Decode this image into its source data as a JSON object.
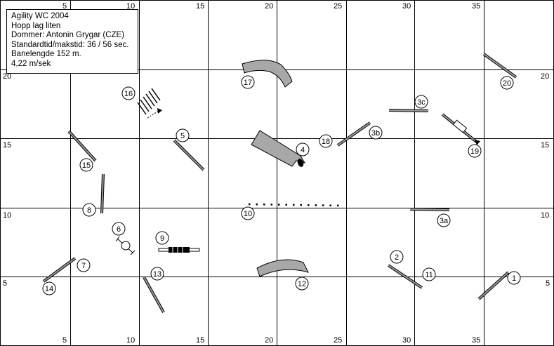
{
  "info": {
    "lines": [
      "Agility WC 2004",
      "Hopp lag liten",
      "Dommer: Antonin Grygar  (CZE)",
      "Standardtid/makstid: 36 / 56 sec.",
      "Banelengde 152 m.",
      "4,22 m/sek"
    ]
  },
  "grid": {
    "top_labels": [
      "5",
      "10",
      "15",
      "20",
      "25",
      "30",
      "35"
    ],
    "bottom_labels": [
      "5",
      "10",
      "15",
      "20",
      "25",
      "30",
      "35"
    ],
    "left_labels": [
      "20",
      "15",
      "10",
      "5"
    ],
    "right_labels": [
      "20",
      "15",
      "10",
      "5"
    ]
  },
  "obstacles": [
    {
      "label": "1",
      "type": "hurdle"
    },
    {
      "label": "2",
      "type": "hurdle"
    },
    {
      "label": "3a",
      "type": "hurdle"
    },
    {
      "label": "3b",
      "type": "hurdle"
    },
    {
      "label": "3c",
      "type": "hurdle"
    },
    {
      "label": "4",
      "type": "chute"
    },
    {
      "label": "5",
      "type": "hurdle"
    },
    {
      "label": "6",
      "type": "tyre"
    },
    {
      "label": "7",
      "type": "hurdle"
    },
    {
      "label": "8",
      "type": "hurdle"
    },
    {
      "label": "9",
      "type": "long-jump"
    },
    {
      "label": "10",
      "type": "wall"
    },
    {
      "label": "11",
      "type": "hurdle"
    },
    {
      "label": "12",
      "type": "tunnel"
    },
    {
      "label": "13",
      "type": "hurdle"
    },
    {
      "label": "14",
      "type": "hurdle"
    },
    {
      "label": "15",
      "type": "hurdle"
    },
    {
      "label": "16",
      "type": "weave-poles"
    },
    {
      "label": "17",
      "type": "tunnel"
    },
    {
      "label": "18",
      "type": "hurdle"
    },
    {
      "label": "19",
      "type": "hurdle"
    },
    {
      "label": "20",
      "type": "hurdle"
    }
  ],
  "colors": {
    "line": "#000000",
    "tunnel_fill": "#a8a8a8",
    "hurdle_fill": "#9a9a9a",
    "background": "#ffffff"
  }
}
